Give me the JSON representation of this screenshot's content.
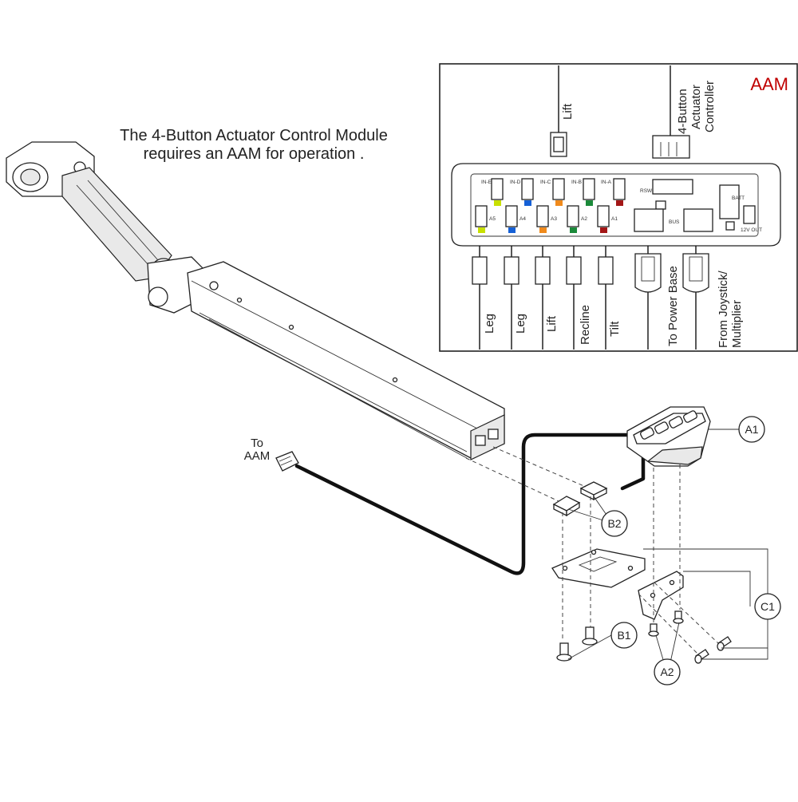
{
  "note": {
    "line1": "The 4-Button Actuator Control Module",
    "line2": "requires an AAM for operation ."
  },
  "aam": {
    "title": "AAM",
    "title_color": "#c00000",
    "top_inputs": [
      "Lift",
      "4-Button",
      "Actuator",
      "Controller"
    ],
    "ports_top": [
      "IN-E",
      "IN-D",
      "IN-C",
      "IN-B",
      "IN-A"
    ],
    "ports_bottom": [
      "A5",
      "A4",
      "A3",
      "A2",
      "A1"
    ],
    "aux_labels": [
      "RSW",
      "BUS",
      "BATT",
      "12V OUT"
    ],
    "port_colors": [
      "#c8e000",
      "#1560d6",
      "#f08a1c",
      "#1b8a3a",
      "#a31616"
    ],
    "outputs": [
      "Leg",
      "Leg",
      "Lift",
      "Recline",
      "Tilt",
      "To Power Base",
      "From Joystick/",
      "Multiplier"
    ]
  },
  "diagram": {
    "to_aam_1": "To",
    "to_aam_2": "AAM"
  },
  "callouts": {
    "a1": "A1",
    "a2": "A2",
    "b1": "B1",
    "b2": "B2",
    "c1": "C1"
  }
}
